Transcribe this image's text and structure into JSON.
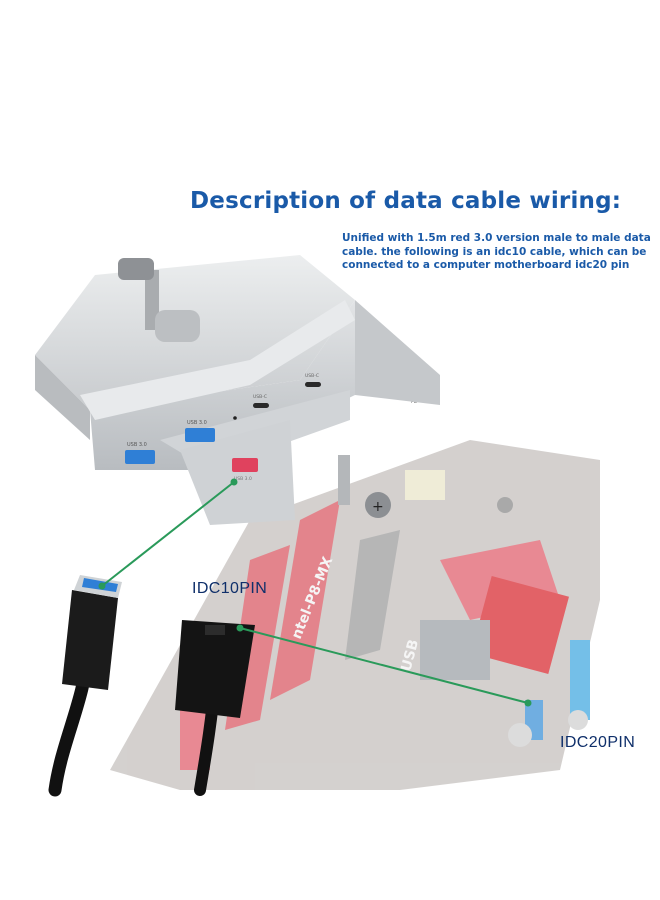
{
  "heading": "Description of data cable wiring:",
  "description": [
    "Unified with 1.5m red 3.0 version male to male data",
    "cable. the following is an idc10 cable, which can be",
    "connected to a computer motherboard idc20 pin"
  ],
  "labels": {
    "idc10": "IDC10PIN",
    "idc20": "IDC20PIN"
  },
  "hub_port_labels": {
    "usb_a_1": "USB 3.0",
    "usb_a_2": "USB 3.0",
    "usb_c_1": "USB-C",
    "usb_c_2": "USB-C",
    "usb_c_3": "PD",
    "front_port": "USB 3.0"
  },
  "board_texts": {
    "model": "ntel-P8-MX",
    "usb": "USB"
  },
  "colors": {
    "heading": "#1a5aa8",
    "callout_text": "#0f2f6a",
    "connector_line": "#2a9a5a",
    "board": "#c9c4c0",
    "board_red": "#d8505a",
    "hub_silver": "#d6d8da",
    "usb_blue": "#2f7fd6",
    "usb_red": "#e0425e"
  }
}
